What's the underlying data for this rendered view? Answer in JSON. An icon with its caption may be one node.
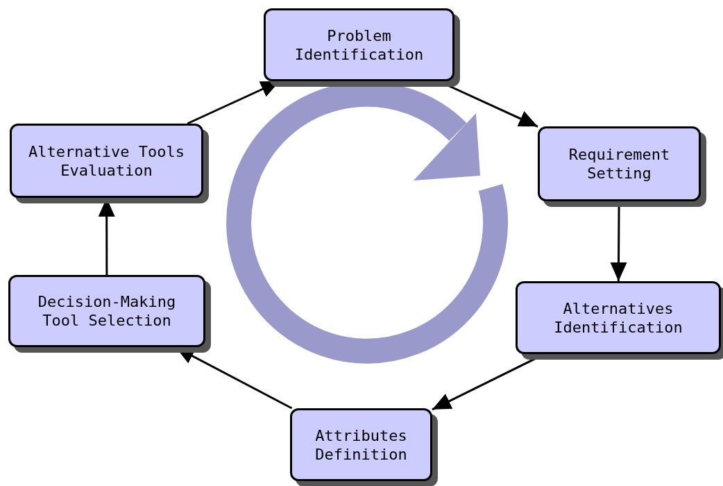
{
  "diagram": {
    "nodes": [
      {
        "text": [
          "Problem Identification"
        ]
      },
      {
        "text": [
          "Requirement Setting"
        ]
      },
      {
        "text": [
          "Alternatives Identification"
        ]
      },
      {
        "text": [
          "Attributes Definition"
        ]
      },
      {
        "text": [
          "Decision-Making Tool Selection"
        ]
      },
      {
        "text": [
          "Alternative Tools Evaluation"
        ]
      }
    ],
    "edges": [
      {
        "from": 0,
        "to": 1,
        "arrow": "to"
      },
      {
        "from": 1,
        "to": 2,
        "arrow": "to"
      },
      {
        "from": 2,
        "to": 3,
        "arrow": "to"
      },
      {
        "from": 3,
        "to": 4,
        "arrow": "to"
      },
      {
        "from": 4,
        "to": 5,
        "arrow": "to"
      },
      {
        "from": 5,
        "to": 0,
        "arrow": "to"
      }
    ]
  }
}
